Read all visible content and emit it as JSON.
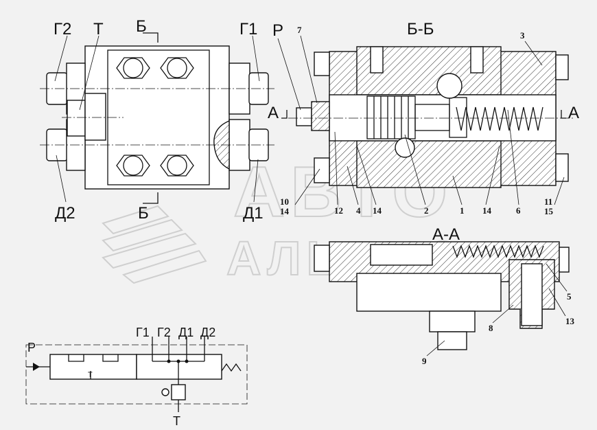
{
  "top_view": {
    "labels": {
      "g2": "Г2",
      "t": "T",
      "b_top": "Б",
      "g1": "Г1",
      "d2": "Д2",
      "b_bottom": "Б",
      "d1": "Д1"
    }
  },
  "section_bb": {
    "title": "Б-Б",
    "port_p": "P",
    "section_a_left": "А",
    "section_a_right": "А",
    "callouts": {
      "c7": "7",
      "c3": "3",
      "c10": "10",
      "c14a": "14",
      "c12": "12",
      "c4": "4",
      "c14b": "14",
      "c2": "2",
      "c1": "1",
      "c14c": "14",
      "c6": "6",
      "c11": "11",
      "c15": "15"
    }
  },
  "section_aa": {
    "title": "А-А",
    "callouts": {
      "c5": "5",
      "c13": "13",
      "c8": "8",
      "c9": "9"
    }
  },
  "schematic": {
    "port_p": "P",
    "port_t_bottom": "T",
    "port_t_inner": "T",
    "ports_top": [
      "Г1",
      "Г2",
      "Д1",
      "Д2"
    ]
  },
  "watermark": {
    "line1": "АВТО",
    "line2": "АЛЬЯНС"
  }
}
